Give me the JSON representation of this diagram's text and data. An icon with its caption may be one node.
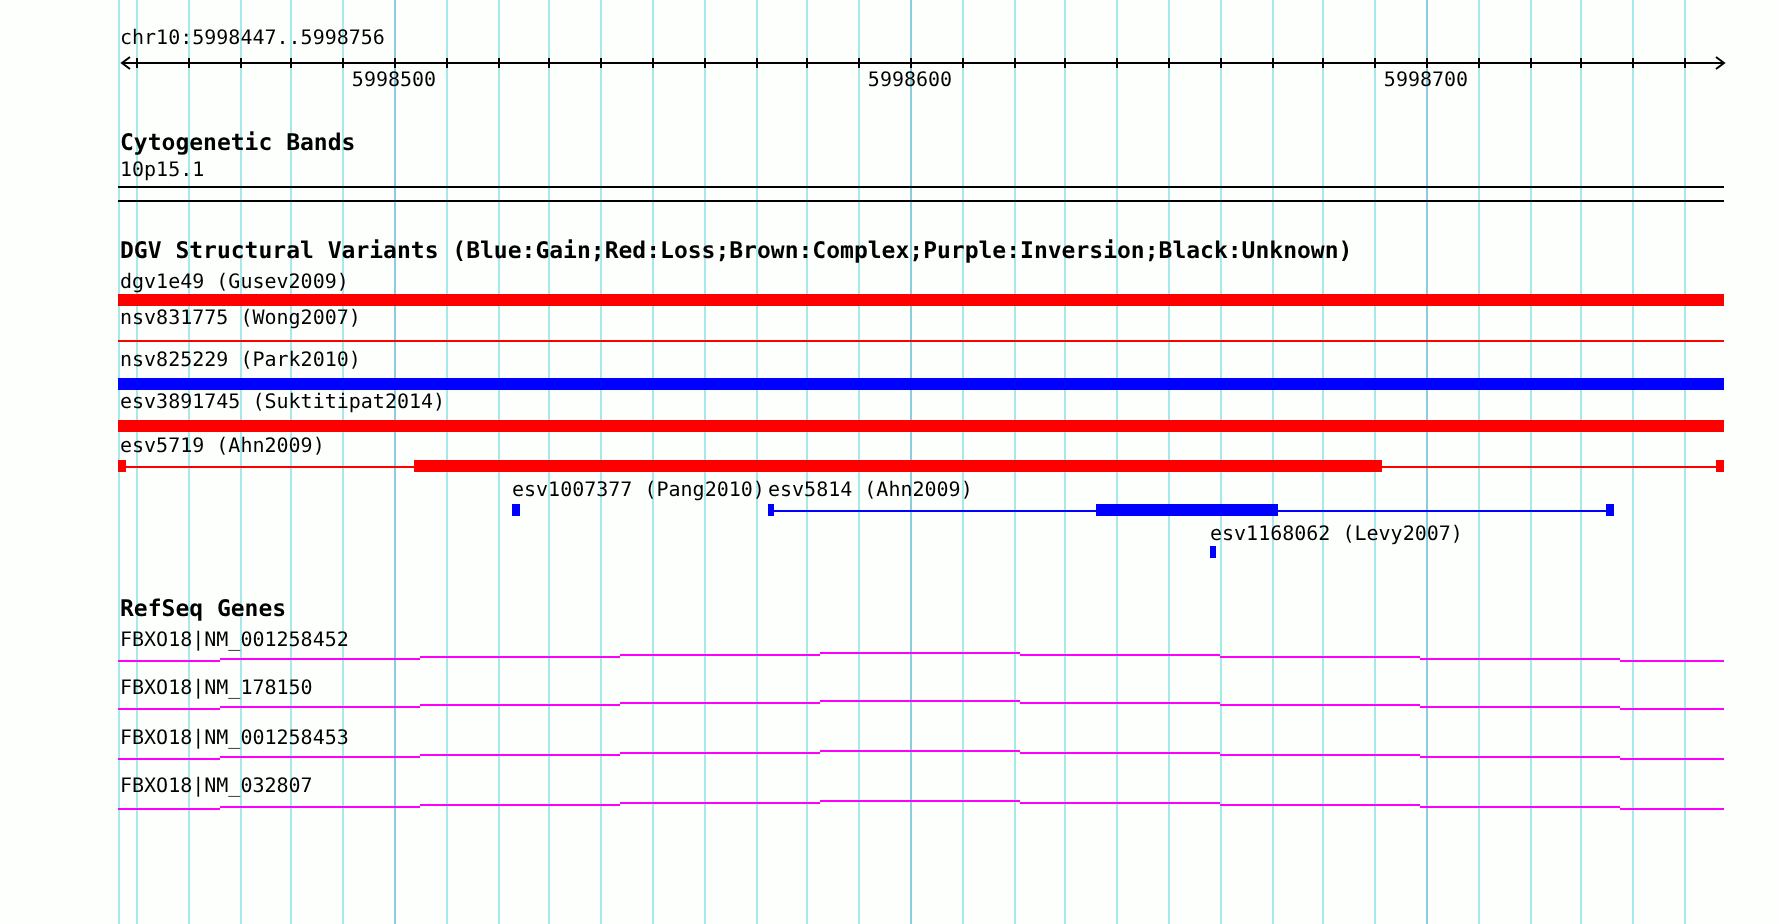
{
  "diagram": {
    "nodes": [
      {
        "text": [
          "10p15.1"
        ]
      },
      {
        "text": [
          "dgv1e49 (Gusev2009)"
        ]
      },
      {
        "text": [
          "nsv831775 (Wong2007)"
        ]
      },
      {
        "text": [
          "nsv825229 (Park2010)"
        ]
      },
      {
        "text": [
          "esv3891745 (Suktitipat2014)"
        ]
      },
      {
        "text": [
          "esv5719 (Ahn2009)"
        ]
      },
      {
        "text": [
          "esv1007377 (Pang2010)"
        ]
      },
      {
        "text": [
          "esv5814 (Ahn2009)"
        ]
      },
      {
        "text": [
          "esv1168062 (Levy2007)"
        ]
      },
      {
        "text": [
          "FBXO18|NM_001258452"
        ]
      },
      {
        "text": [
          "FBXO18|NM_178150"
        ]
      },
      {
        "text": [
          "FBXO18|NM_001258453"
        ]
      },
      {
        "text": [
          "FBXO18|NM_032807"
        ]
      }
    ],
    "labels": [
      "chr10:5998447..5998756",
      "5998500",
      "5998600",
      "5998700",
      "Cytogenetic Bands",
      "DGV Structural Variants (Blue:Gain;Red:Loss;Brown:Complex;Purple:Inversion;Black:Unknown)",
      "RefSeq Genes"
    ]
  }
}
